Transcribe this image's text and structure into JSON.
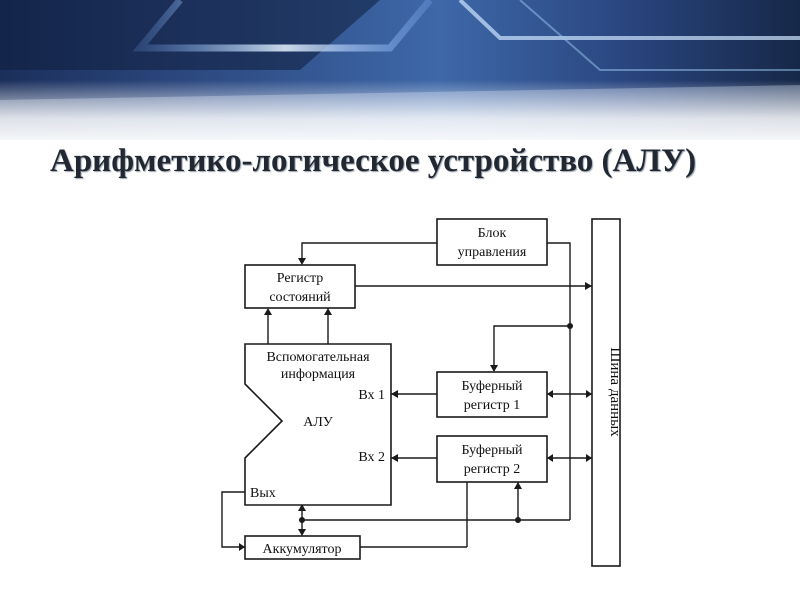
{
  "title": "Арифметико-логическое устройство (АЛУ)",
  "diagram": {
    "control_unit": [
      "Блок",
      "управления"
    ],
    "status_register": [
      "Регистр",
      "состояний"
    ],
    "auxiliary_info": [
      "Вспомогательная",
      "информация"
    ],
    "alu": "АЛУ",
    "input_1": "Вх 1",
    "input_2": "Вх 2",
    "output": "Вых",
    "buffer_register_1": [
      "Буферный",
      "регистр 1"
    ],
    "buffer_register_2": [
      "Буферный",
      "регистр 2"
    ],
    "accumulator": "Аккумулятор",
    "data_bus": "Шина данных"
  }
}
